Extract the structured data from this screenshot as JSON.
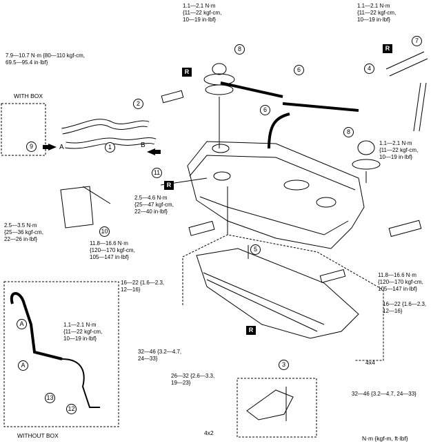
{
  "labels": {
    "t_top_mid": "1.1—2.1 N·m\n{11—22 kgf-cm,\n10—19 in·lbf}",
    "t_top_right": "1.1—2.1 N·m\n{11—22 kgf-cm,\n10—19 in·lbf}",
    "t_box_bolt": "7.9—10.7 N·m {80—110 kgf-cm,\n69.5—95.4 in·lbf}",
    "with_box": "WITH BOX",
    "t_right_mid": "1.1—2.1 N·m\n{11—22 kgf-cm,\n10—19 in·lbf}",
    "t_hose_clamp": "2.5—4.6 N·m\n{25—47 kgf-cm,\n22—40 in·lbf}",
    "t_left_clamp": "2.5—3.5 N·m\n{25—36 kgf-cm,\n22—26 in·lbf}",
    "t_strap_left": "11.8—16.6 N·m\n{120—170 kgf-cm,\n105—147 in·lbf}",
    "t_nut_left": "16—22 {1.6—2.3,\n12—16}",
    "t_strap_right": "11.8—16.6 N·m\n{120—170 kgf-cm,\n105—147 in·lbf}",
    "t_nut_right": "16—22 {1.6—2.3,\n12—16}",
    "t_box_inset": "1.1—2.1 N·m\n{11—22 kgf-cm,\n10—19 in·lbf}",
    "t_guard_bolt": "32—46 {3.2—4.7,\n24—33}",
    "t_guard_bolt2": "26—32 {2.6—3.3,\n19—23}",
    "t_guard_bolt3": "32—46 {3.2—4.7, 24—33}",
    "v_4x4": "4x4",
    "v_4x2": "4x2",
    "without_box": "WITHOUT BOX",
    "units": "N·m {kgf-m, ft·lbf}",
    "arrow_a": "A",
    "arrow_b": "B",
    "inset_a1": "A",
    "inset_a2": "A",
    "r": "R"
  },
  "callouts": [
    "1",
    "2",
    "3",
    "4",
    "5",
    "6",
    "7",
    "8",
    "9",
    "10",
    "11",
    "12",
    "13"
  ]
}
